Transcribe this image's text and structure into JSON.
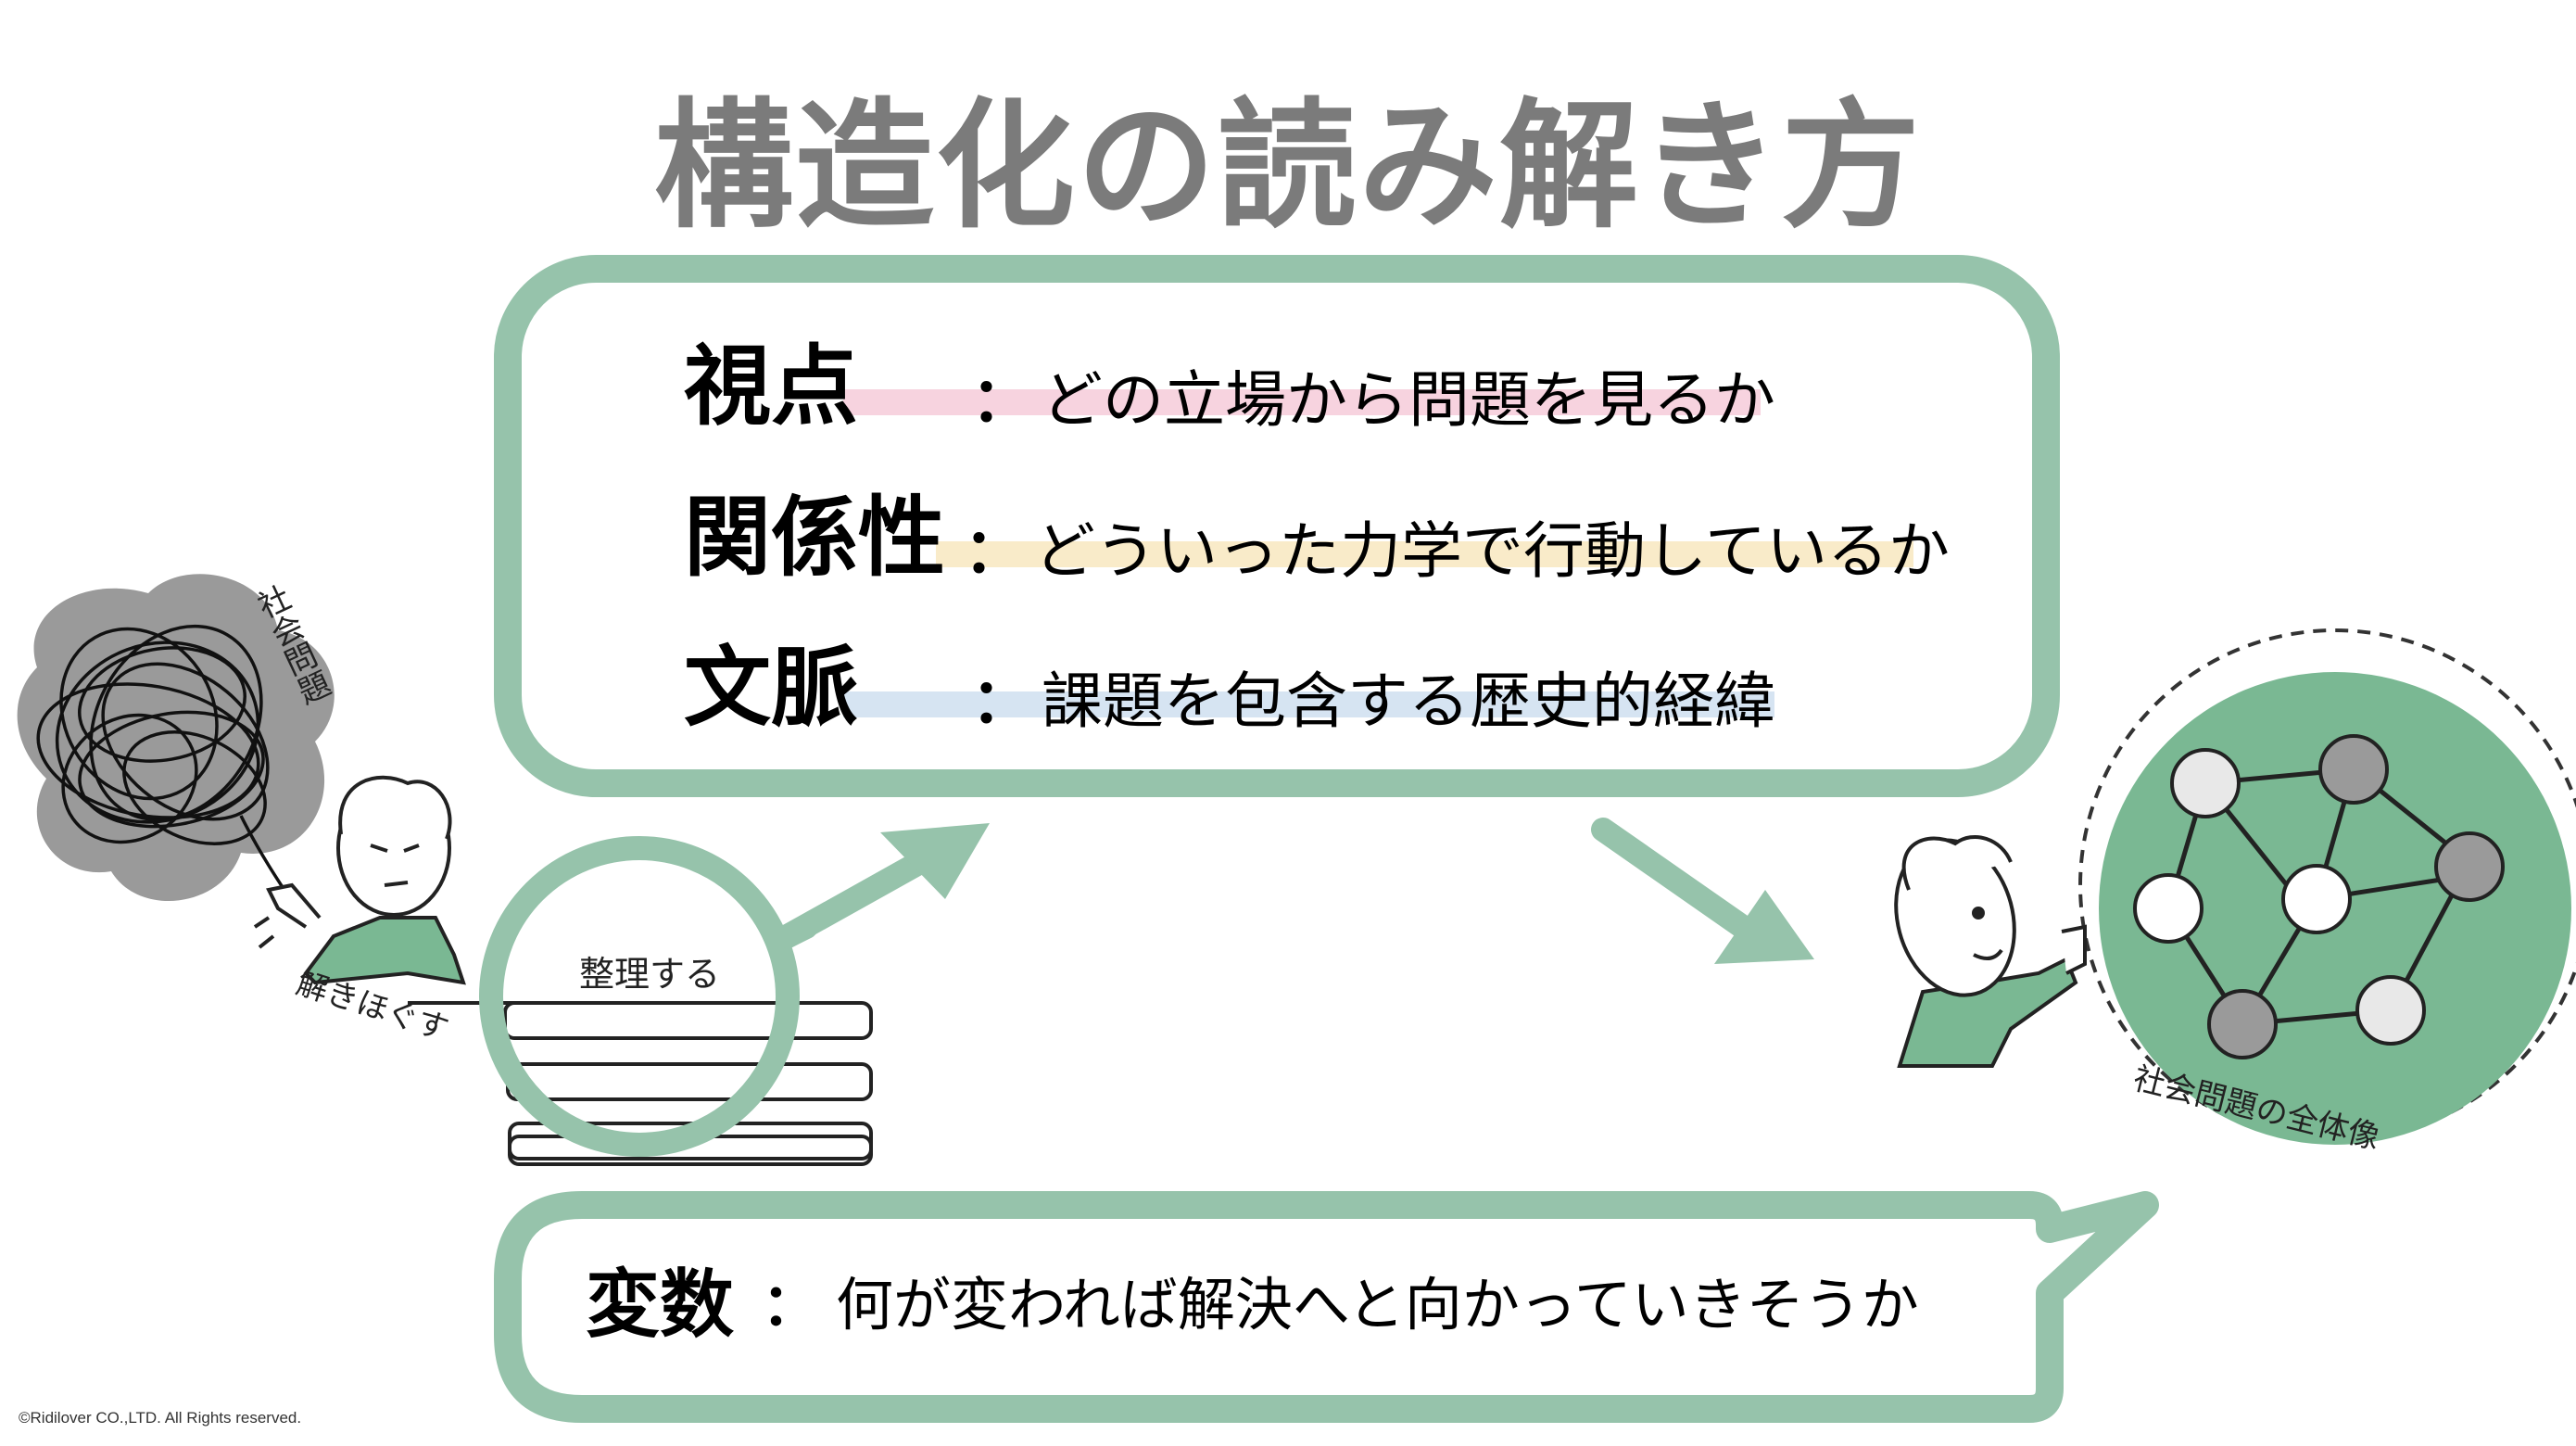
{
  "title": "構造化の読み解き方",
  "items": [
    {
      "term": "視点",
      "colon": "：",
      "desc": "どの立場から問題を見るか",
      "highlight": "#f7d3df"
    },
    {
      "term": "関係性",
      "colon": "：",
      "desc": "どういった力学で行動しているか",
      "highlight": "#f9ebc9"
    },
    {
      "term": "文脈",
      "colon": "：",
      "desc": "課題を包含する歴史的経緯",
      "highlight": "#d6e4f2"
    }
  ],
  "variable": {
    "term": "変数",
    "colon": "：",
    "desc": "何が変われば解決へと向かっていきそうか"
  },
  "illustration_labels": {
    "social_problem": "社会問題",
    "untangle": "解きほぐす",
    "organize": "整理する",
    "whole_picture": "社会問題の全体像"
  },
  "copyright": "©Ridilover CO.,LTD. All Rights reserved.",
  "colors": {
    "frame": "#96c3ab",
    "title": "#7b7b7b",
    "green_fill": "#7ab893",
    "tangle_gray": "#8a8a8a"
  }
}
